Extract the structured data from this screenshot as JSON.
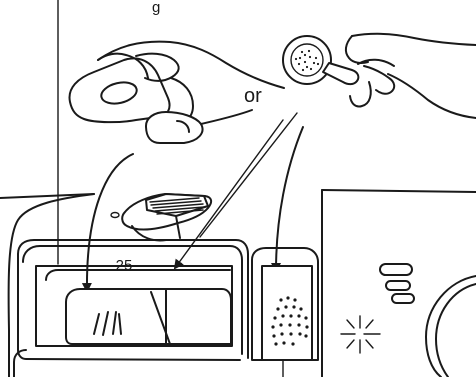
{
  "labels": {
    "top_fragment": "g",
    "or": "or",
    "scale_mark": "25"
  }
}
